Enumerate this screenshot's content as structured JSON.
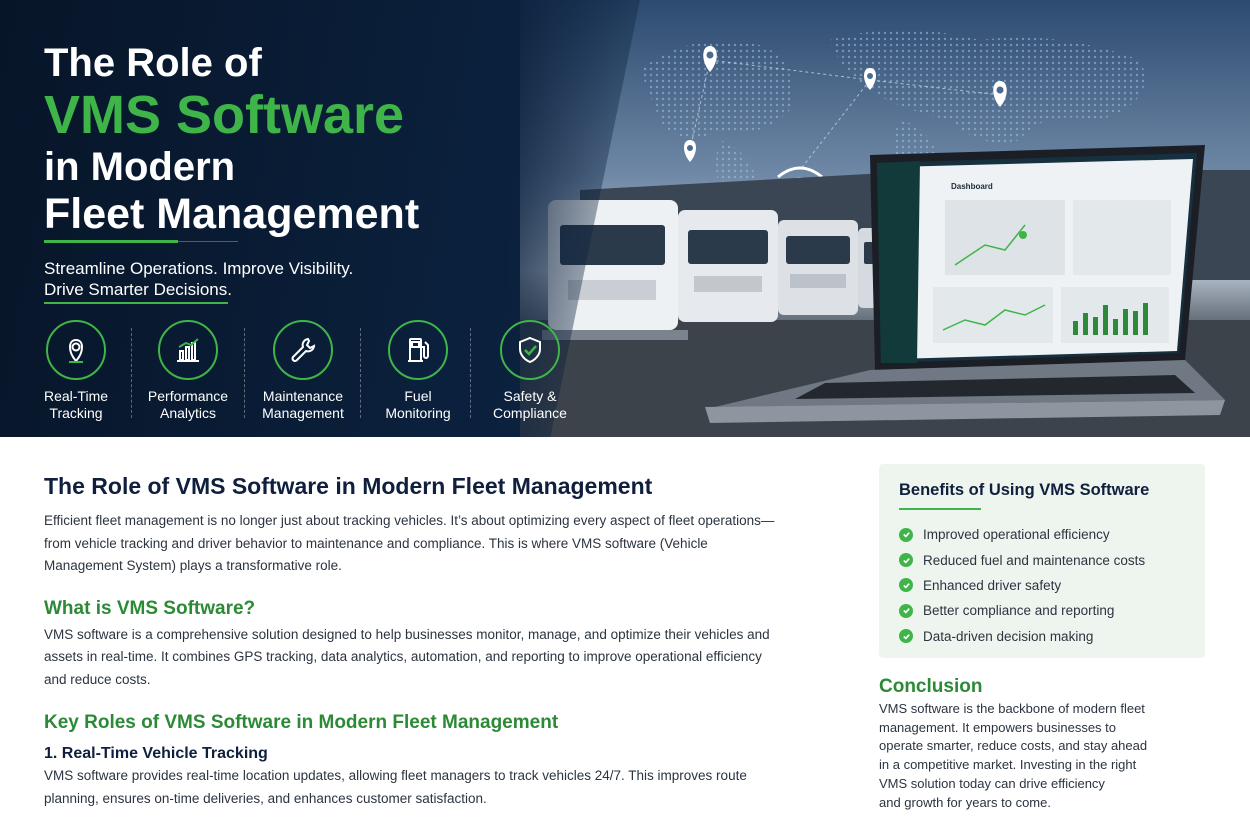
{
  "hero": {
    "title_line1": "The Role of",
    "title_line2": "VMS Software",
    "title_line3": "in Modern",
    "title_line4": "Fleet Management",
    "subtitle_line1": "Streamline Operations. Improve Visibility.",
    "subtitle_line2": "Drive Smarter Decisions.",
    "features": [
      {
        "icon": "location-pin-icon",
        "line1": "Real-Time",
        "line2": "Tracking"
      },
      {
        "icon": "bar-chart-icon",
        "line1": "Performance",
        "line2": "Analytics"
      },
      {
        "icon": "wrench-icon",
        "line1": "Maintenance",
        "line2": "Management"
      },
      {
        "icon": "fuel-pump-icon",
        "line1": "Fuel",
        "line2": "Monitoring"
      },
      {
        "icon": "shield-check-icon",
        "line1": "Safety &",
        "line2": "Compliance"
      }
    ],
    "dashboard_title": "Dashboard"
  },
  "article": {
    "heading": "The Role of VMS Software in Modern Fleet Management",
    "intro_line1": "Efficient fleet management is no longer just about tracking vehicles. It’s about optimizing every aspect of fleet operations—",
    "intro_line2": "from vehicle tracking and driver behavior to maintenance and compliance. This is where VMS software (Vehicle",
    "intro_line3": "Management System) plays a transformative role.",
    "what_heading": "What is VMS Software?",
    "what_line1": "VMS software is a comprehensive solution designed to help businesses monitor, manage, and optimize their vehicles and",
    "what_line2": "assets in real-time. It combines GPS tracking, data analytics, automation, and reporting to improve operational efficiency",
    "what_line3": "and reduce costs.",
    "key_heading": "Key Roles of VMS Software in Modern Fleet Management",
    "role1_heading": "1. Real-Time Vehicle Tracking",
    "role1_line1": "VMS software provides real-time location updates, allowing fleet managers to track vehicles 24/7. This improves route",
    "role1_line2": "planning, ensures on-time deliveries, and enhances customer satisfaction."
  },
  "benefits": {
    "title": "Benefits of Using VMS Software",
    "items": [
      "Improved operational efficiency",
      "Reduced fuel and maintenance costs",
      "Enhanced driver safety",
      "Better compliance and reporting",
      "Data-driven decision making"
    ]
  },
  "conclusion": {
    "heading": "Conclusion",
    "lines": [
      "VMS software is the backbone of modern fleet",
      "management. It empowers businesses to",
      "operate smarter, reduce costs, and stay ahead",
      "in a competitive market. Investing in the right",
      "VMS solution today can drive efficiency",
      "and growth for years to come."
    ]
  },
  "colors": {
    "accent_green": "#3fb549",
    "heading_green": "#2c8a37",
    "navy": "#0b203c",
    "benefit_bg": "#eef5ef"
  }
}
